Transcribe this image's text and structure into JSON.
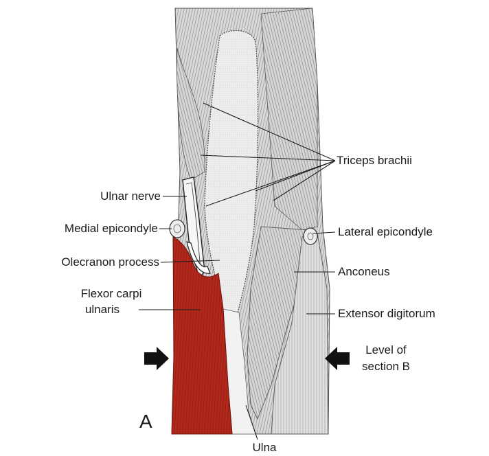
{
  "figure": {
    "panel_letter": "A",
    "labels": {
      "triceps_brachii": "Triceps brachii",
      "ulnar_nerve": "Ulnar nerve",
      "medial_epicondyle": "Medial epicondyle",
      "lateral_epicondyle": "Lateral epicondyle",
      "olecranon_process": "Olecranon process",
      "anconeus": "Anconeus",
      "flexor_carpi_ulnaris_line1": "Flexor carpi",
      "flexor_carpi_ulnaris_line2": "ulnaris",
      "extensor_digitorum": "Extensor digitorum",
      "level_of_section_line1": "Level of",
      "level_of_section_line2": "section B",
      "ulna": "Ulna"
    },
    "colors": {
      "flexor_carpi_ulnaris": "#b3281c",
      "muscle_gray": "#d4d4d4",
      "bone_white": "#f1f1f1",
      "line_color": "#1a1a1a"
    }
  }
}
